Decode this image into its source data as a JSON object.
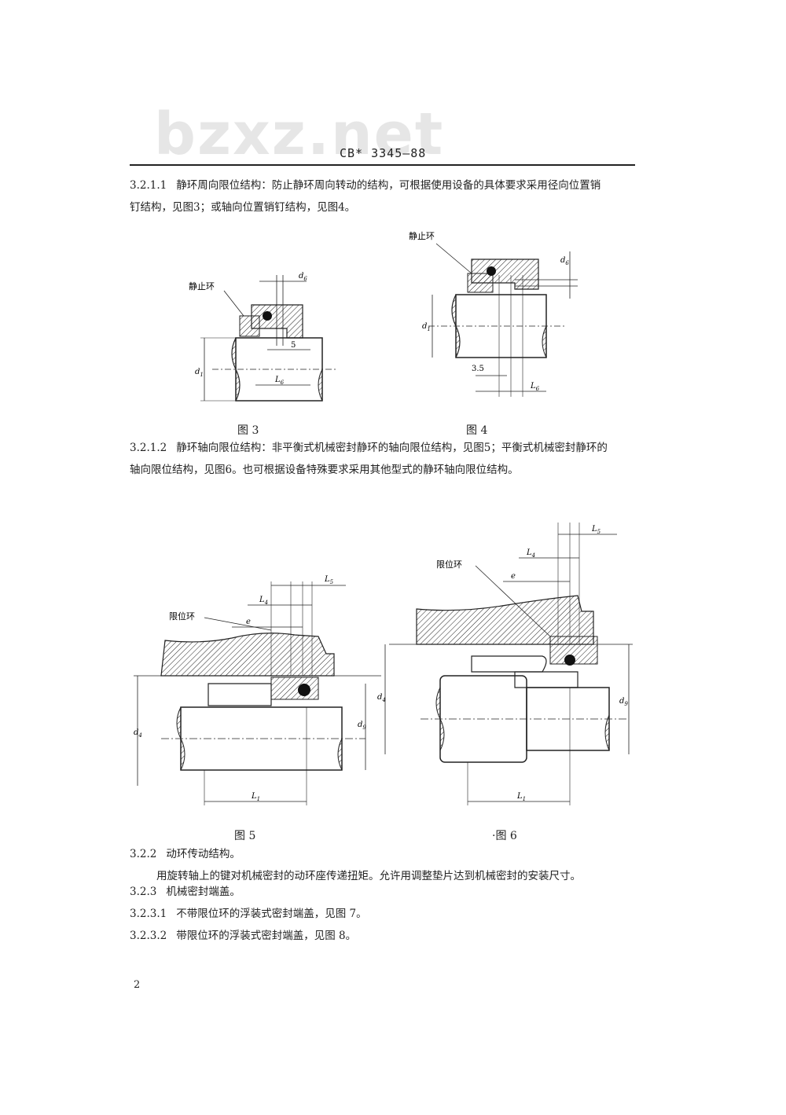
{
  "watermark": "bzxz.net",
  "header": {
    "code": "CB* 3345—88"
  },
  "sections": {
    "s3211": {
      "num": "3.2.1.1",
      "line1": "静环周向限位结构：防止静环周向转动的结构，可根据使用设备的具体要求采用径向位置销",
      "line2": "钉结构，见图3；或轴向位置销钉结构，见图4。"
    },
    "s3212": {
      "num": "3.2.1.2",
      "line1": "静环轴向限位结构：非平衡式机械密封静环的轴向限位结构，见图5；平衡式机械密封静环的",
      "line2": "轴向限位结构，见图6。也可根据设备特殊要求采用其他型式的静环轴向限位结构。"
    },
    "s322": {
      "num": "3.2.2",
      "title": "动环传动结构。",
      "body": "用旋转轴上的键对机械密封的动环座传递扭矩。允许用调整垫片达到机械密封的安装尺寸。"
    },
    "s323": {
      "num": "3.2.3",
      "title": "机械密封端盖。"
    },
    "s3231": {
      "num": "3.2.3.1",
      "text": "不带限位环的浮装式密封端盖，见图 7。"
    },
    "s3232": {
      "num": "3.2.3.2",
      "text": "带限位环的浮装式密封端盖，见图 8。"
    }
  },
  "figures": {
    "fig3": {
      "caption": "图 3",
      "label_ring": "静止环",
      "d1": "d",
      "d1_sub": "1",
      "d6": "d",
      "d6_sub": "6",
      "five": "5",
      "L6": "L",
      "L6_sub": "6"
    },
    "fig4": {
      "caption": "图 4",
      "label_ring": "静止环",
      "d1": "d",
      "d1_sub": "1",
      "d6": "d",
      "d6_sub": "6",
      "three5": "3.5",
      "L6": "L",
      "L6_sub": "6"
    },
    "fig5": {
      "caption": "图 5",
      "label_ring": "限位环",
      "L5": "L",
      "L5_sub": "5",
      "L4": "L",
      "L4_sub": "4",
      "e": "e",
      "d4": "d",
      "d4_sub": "4",
      "d9": "d",
      "d9_sub": "9",
      "L1": "L",
      "L1_sub": "1"
    },
    "fig6": {
      "caption": "·图 6",
      "label_ring": "限位环",
      "L5": "L",
      "L5_sub": "5",
      "L4": "L",
      "L4_sub": "4",
      "e": "e",
      "d4": "d",
      "d4_sub": "4",
      "d9": "d",
      "d9_sub": "9",
      "L1": "L",
      "L1_sub": "1"
    }
  },
  "page_number": "2"
}
